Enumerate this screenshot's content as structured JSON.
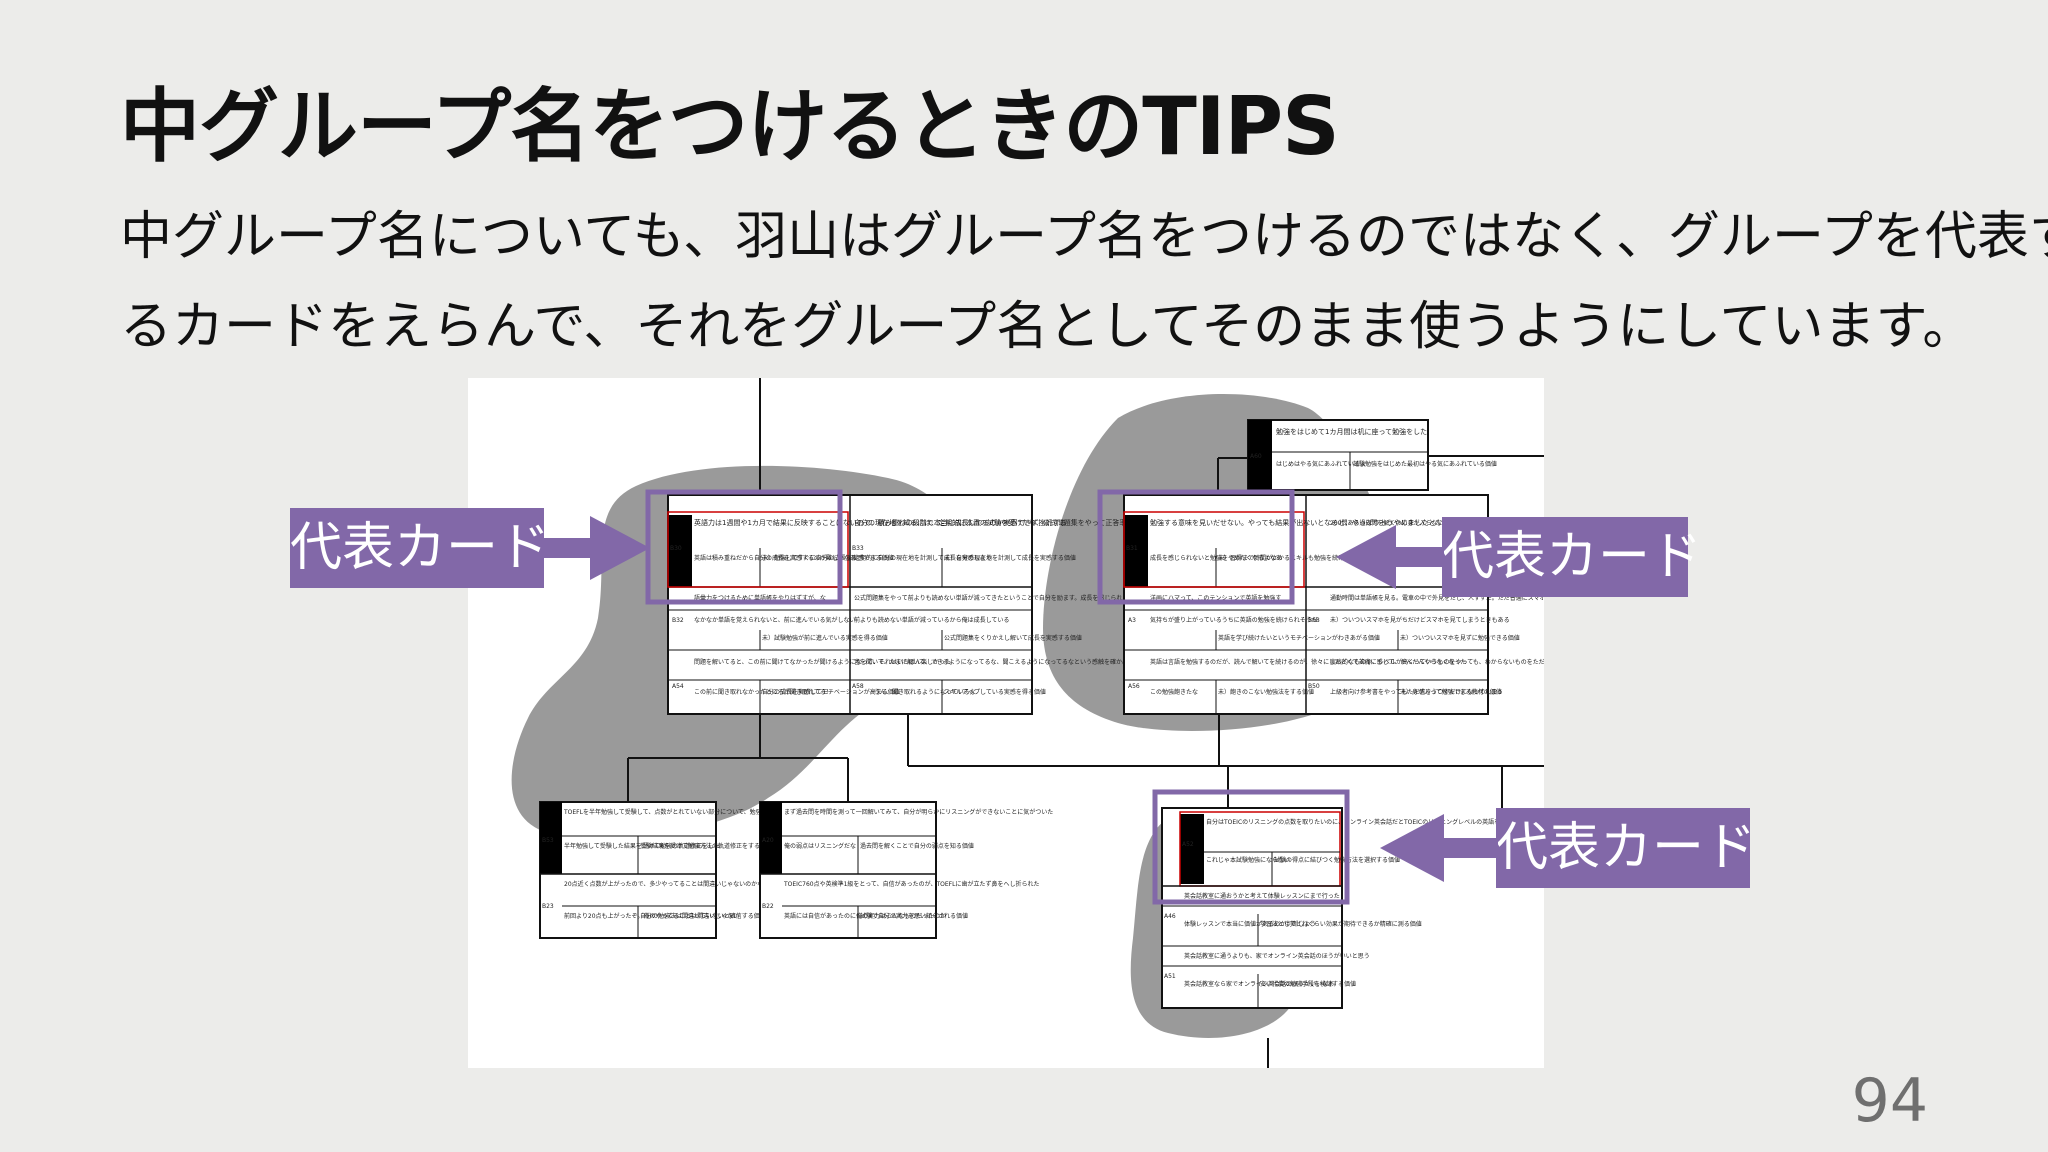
{
  "slide": {
    "title": "中グループ名をつけるときのTIPS",
    "body_lines": [
      "中グループ名についても、羽山はグループ名をつけるのではなく、グループを代表す",
      "るカードをえらんで、それをグループ名としてそのまま使うようにしています。"
    ],
    "callout_label": "代表カード",
    "page_number": "94",
    "accent_color": "#8268a8"
  },
  "figure": {
    "group_top_left": {
      "top_left_text": "英語力は1週間や1カ月で結果に反映することはないので、積み重ねの段階で本当に成長してるのか実感できず挫折する",
      "top_left_id": "B30",
      "top_right_text": "自分の現在地を知るには、定期的に本番の試験を受けたり、公式問題集をやって正答率を図ったりする",
      "top_right_id": "B33",
      "bottom_texts": [
        "英語は積み重ねだから自分の成長を実感するのが難しいなあ",
        "未）勉強してすぐに自分の成長を実感できる価値",
        "定期的に自分の現在地を計測して成長を実感しよう",
        "未）自分の現在地を計測して成長を実感する価値"
      ],
      "rows": [
        [
          "語彙力をつけるために単語帳をやりはずすが、な",
          "公式問題集をやって前よりも読めない単語が減ってきたということで自分を励ます。成長を感じられるように心がけている"
        ],
        [
          "なかなか単語を覚えられないと、前に進んでいる気がしない",
          "未）試験勉強が前に進んでいる実感を得る価値",
          "前よりも読めない単語が減っているから俺は成長している",
          "公式問題集をくりかえし解いて成長を実感する価値"
        ],
        [
          "問題を解いてると、この前に聞けてなかったが聞けるようになって、それはいちばん楽しかった",
          "音を聞いて、たまに解いて、できるようになってるな、聞こえるようになってるなという感触を確かめた"
        ],
        [
          "この前に聞き取れなかったところが聞き取れてる！",
          "自分の成長を実感してモチベーションが高まる価値",
          "うん、聞き取れるようになっているな",
          "スキルアップしている実感を得る価値"
        ]
      ],
      "row_ids": [
        "B32",
        "",
        "A54",
        "A58"
      ]
    },
    "group_top_right": {
      "a60_text": "勉強をはじめて1カ月間は机に座って勉強をした",
      "a60_id": "A60",
      "a60_sub": [
        "はじめはやる気にあふれているよ",
        "試験勉強をはじめた最初はやる気にあふれている価値"
      ],
      "b31_text": "勉強する意味を見いだせない。やっても結果が出ないとなると、やっぱりもうやめましたとなる。成長を感じづらい",
      "b31_id": "B31",
      "b31_sub": [
        "成長を感じられないと勉強をやめたくなるよなあ",
        "未）習得まで時間がかかるスキルも勉強を続けたくなる価値"
      ],
      "top_right_text": "200問ある過去問を解くのに身が入らない後に一週間",
      "rows": [
        [
          "洋画にハマって、このテンションで英語を勉強す",
          "通勤時間は単語帳を見る。電車の中で外見をだし、人すずだ。ただ普通にスマホを見ているときもある"
        ],
        [
          "気持ちが盛り上がっているうちに英語の勉強を続けられそうだ",
          "英語を学び続けたいというモチベーションがわきあがる価値",
          "未）ついついスマホを見がちだけどスマホを見てしまうときもある",
          "未）ついついスマホを見ずに勉強できる価値"
        ],
        [
          "英語は言語を勉強するのだが、読んで解いてを続けるのが、徐々にしんどくて苦痛に感じて、だんだんやらなくなった",
          "実践的なものや、レベルが高くっていうものをやっても、わからないものをただ書きうつしてる形になってしまった"
        ],
        [
          "この勉強飽きたな",
          "未）飽きのこない勉強法をする価値",
          "上級者向け参考書をやってもただ書きうつすだけになってしまう",
          "未）身が入って勉強できる教材の価値"
        ]
      ],
      "row_ids": [
        "A3",
        "B68",
        "A56",
        "B50"
      ]
    },
    "group_bottom_left": {
      "cards": [
        {
          "id": "B53",
          "text": "TOEFLを半年勉強して受験して、点数がとれていない部分について、勉強の軌道修正をした",
          "sub": [
            "半年勉強して受験した結果を受けて勉強の軌道修正をした",
            "受験結果を受けて勉強方法の軌道修正をする価値"
          ],
          "row_id": "B23",
          "row_text": "20点近く点数が上がったので、多少やってることは間違いじゃないのかなっていうのは感じられた",
          "row_sub": [
            "前回より20点も上がったぞ。俺のやってることは間違いじゃない",
            "自分の勉強法は間違っていないと確信する価値"
          ]
        },
        {
          "id": "A20",
          "text": "まず過去問を時間を測って一回解いてみて、自分が明らかにリスニングができないことに気がついた",
          "sub": [
            "俺の弱点はリスニングだな",
            "過去問を解くことで自分の弱点を知る価値"
          ],
          "row_id": "B22",
          "row_text": "TOEIC760点や英検準1級をとって、自信があったのが、TOEFLに歯が立たず鼻をへし折られた",
          "row_sub": [
            "英語には自信があったのに俺の実力はこんなものだったのか",
            "試験で自分の実力を思い知らされる価値"
          ]
        }
      ]
    },
    "group_bottom_right": {
      "a52_id": "A52",
      "a52_text": "自分はTOEICのリスニングの点数を取りたいのに、オンライン英会話だとTOEICのリスニングレベルの英語を話してくれないので困る",
      "a52_sub": [
        "これじゃ本試験勉強にならない",
        "試験の得点に結びつく勉強方法を選択する価値"
      ],
      "rows": [
        [
          "英会話教室に通おうかと考えて体験レッスンにまで行った"
        ],
        [
          "体験レッスンで本当に価値があるのか判断しよう",
          "学習法としてどれくらい効果が期待できるか精確に測る価値"
        ],
        [
          "英会話教室に通うよりも、家でオンライン英会話のほうがいいと思う"
        ],
        [
          "英会話教室なら家でオンライン英会話のほうがいいなあ",
          "安い代償の勉強手段を検討する価値"
        ]
      ],
      "row_ids": [
        "",
        "A46",
        "",
        "A51"
      ]
    }
  }
}
